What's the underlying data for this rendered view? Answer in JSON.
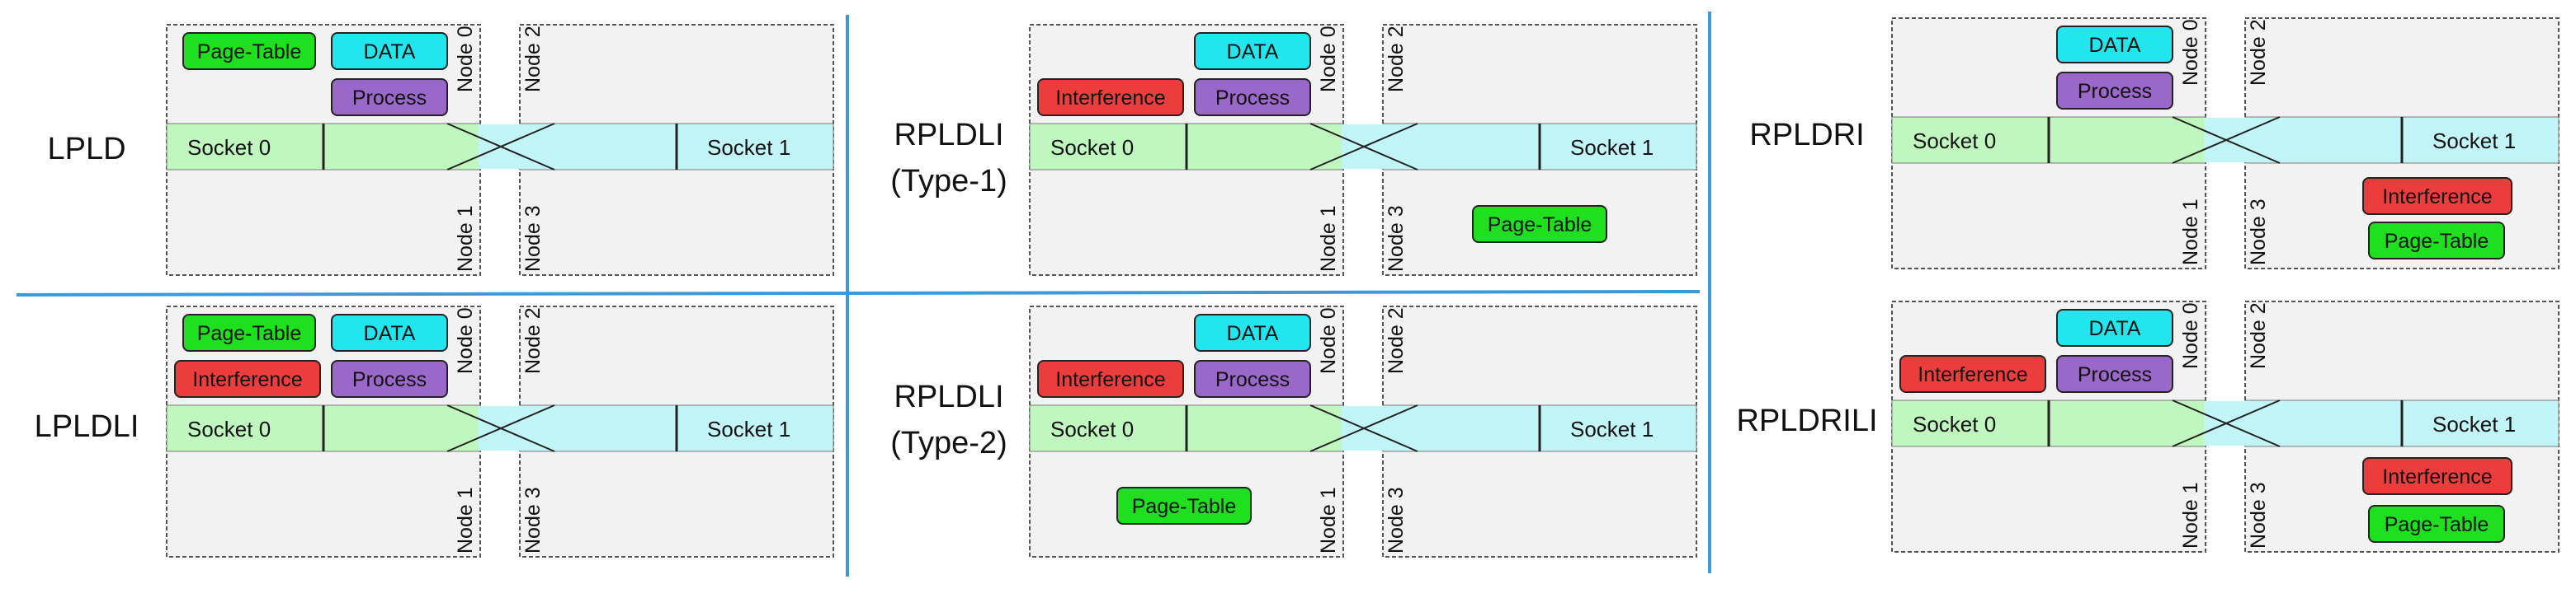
{
  "colors": {
    "node_fill": "#f2f2f2",
    "node_border": "#555555",
    "socket0_fill": "#c0f7bf",
    "socket1_fill": "#c2f5f8",
    "divider": "#3a9ad9",
    "page_table": "#1fe01f",
    "data": "#22e6ee",
    "process": "#9a68c8",
    "interference": "#ec3d3d"
  },
  "labels": {
    "socket0": "Socket 0",
    "socket1": "Socket 1",
    "node0": "Node 0",
    "node1": "Node 1",
    "node2": "Node 2",
    "node3": "Node 3",
    "page_table": "Page-Table",
    "data": "DATA",
    "process": "Process",
    "interference": "Interference"
  },
  "panels": [
    {
      "id": "lpld",
      "title": [
        "LPLD"
      ],
      "boxes": [
        [
          "node0",
          "page_table"
        ],
        [
          "node0",
          "data"
        ],
        [
          "node0",
          "process"
        ]
      ]
    },
    {
      "id": "rpldli-type1",
      "title": [
        "RPLDLI",
        "(Type-1)"
      ],
      "boxes": [
        [
          "node0",
          "data"
        ],
        [
          "node0",
          "interference"
        ],
        [
          "node0",
          "process"
        ],
        [
          "node3",
          "page_table"
        ]
      ]
    },
    {
      "id": "rpldri",
      "title": [
        "RPLDRI"
      ],
      "boxes": [
        [
          "node0",
          "data"
        ],
        [
          "node0",
          "process"
        ],
        [
          "node3",
          "interference"
        ],
        [
          "node3",
          "page_table"
        ]
      ]
    },
    {
      "id": "lpldli",
      "title": [
        "LPLDLI"
      ],
      "boxes": [
        [
          "node0",
          "page_table"
        ],
        [
          "node0",
          "data"
        ],
        [
          "node0",
          "interference"
        ],
        [
          "node0",
          "process"
        ]
      ]
    },
    {
      "id": "rpldli-type2",
      "title": [
        "RPLDLI",
        "(Type-2)"
      ],
      "boxes": [
        [
          "node0",
          "data"
        ],
        [
          "node0",
          "interference"
        ],
        [
          "node0",
          "process"
        ],
        [
          "node1",
          "page_table"
        ]
      ]
    },
    {
      "id": "rpldrili",
      "title": [
        "RPLDRILI"
      ],
      "boxes": [
        [
          "node0",
          "data"
        ],
        [
          "node0",
          "interference"
        ],
        [
          "node0",
          "process"
        ],
        [
          "node3",
          "interference"
        ],
        [
          "node3",
          "page_table"
        ]
      ]
    }
  ]
}
